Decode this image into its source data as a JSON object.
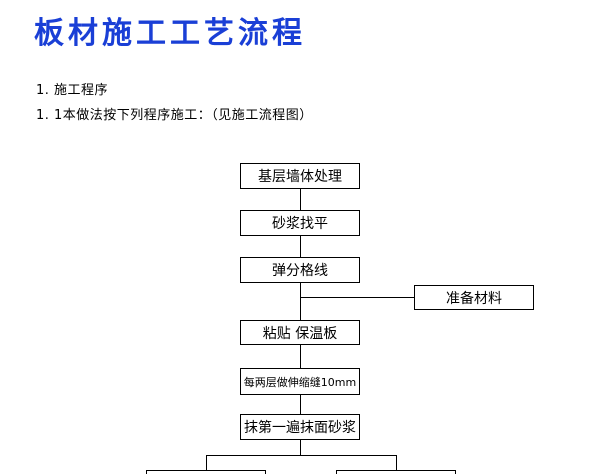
{
  "header": {
    "title": "板材施工工艺流程",
    "line1": "1. 施工程序",
    "line2": "1. 1本做法按下列程序施工：（见施工流程图）"
  },
  "flow": {
    "step1": "基层墙体处理",
    "step2": "砂浆找平",
    "step3": "弹分格线",
    "side": "准备材料",
    "step4": "粘贴  保温板",
    "step5": "每两层做伸缩缝10mm",
    "step6": "抹第一遍抹面砂浆"
  }
}
